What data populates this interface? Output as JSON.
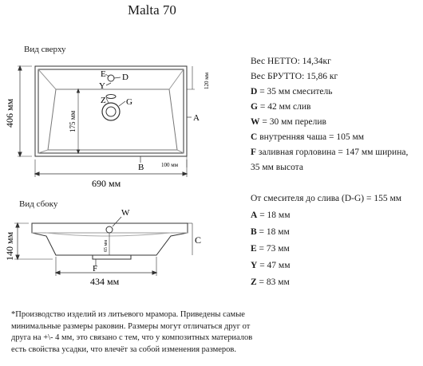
{
  "title": "Malta 70",
  "top_view": {
    "label": "Вид сверху",
    "dims": {
      "width": "690 мм",
      "depth": "406 мм",
      "d175": "175 мм",
      "d120": "120 мм",
      "d100": "100 мм"
    },
    "markers": {
      "E": "E",
      "D": "D",
      "Y": "Y",
      "Z": "Z",
      "G": "G",
      "A": "A",
      "B": "B"
    }
  },
  "side_view": {
    "label": "Вид сбоку",
    "dims": {
      "width": "434 мм",
      "height": "140 мм",
      "d65": "65 мм"
    },
    "markers": {
      "W": "W",
      "C": "C",
      "F": "F"
    }
  },
  "specs": [
    {
      "key": "",
      "text": "Вес НЕТТО: 14,34кг"
    },
    {
      "key": "",
      "text": "Вес БРУТТО: 15,86 кг"
    },
    {
      "key": "D",
      "text": " = 35 мм смеситель"
    },
    {
      "key": "G",
      "text": " = 42 мм слив"
    },
    {
      "key": "W",
      "text": " = 30 мм перелив"
    },
    {
      "key": "C",
      "text": " внутренняя чаша = 105 мм"
    },
    {
      "key": "F",
      "text": " заливная горловина = 147 мм ширина,"
    },
    {
      "key": "",
      "text": "35 мм высота"
    }
  ],
  "distances": [
    {
      "key": "",
      "text": "От смесителя до слива (D-G) = 155 мм"
    },
    {
      "key": "A",
      "text": " = 18 мм"
    },
    {
      "key": "B",
      "text": " = 18 мм"
    },
    {
      "key": "E",
      "text": " = 73 мм"
    },
    {
      "key": "Y",
      "text": " = 47 мм"
    },
    {
      "key": "Z",
      "text": " = 83 мм"
    }
  ],
  "footnote": "*Производство изделий из литьевого мрамора. Приведены самые минимальные размеры раковин. Размеры могут отличаться друг от друга на +\\- 4 мм, это связано с тем, что у композитных материалов есть свойства усадки, что влечёт за собой изменения размеров."
}
